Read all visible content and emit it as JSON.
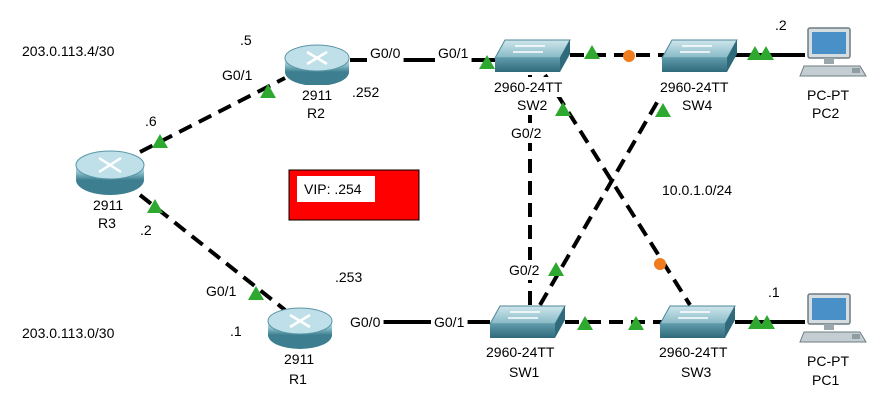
{
  "networks": {
    "r2_r3": "203.0.113.4/30",
    "r1_r3": "203.0.113.0/30",
    "lan": "10.0.1.0/24"
  },
  "vip": {
    "label": "VIP: .254",
    "box_color": "#ff0000"
  },
  "devices": {
    "R1": {
      "model": "2911",
      "name": "R1"
    },
    "R2": {
      "model": "2911",
      "name": "R2"
    },
    "R3": {
      "model": "2911",
      "name": "R3"
    },
    "SW1": {
      "model": "2960-24TT",
      "name": "SW1"
    },
    "SW2": {
      "model": "2960-24TT",
      "name": "SW2"
    },
    "SW3": {
      "model": "2960-24TT",
      "name": "SW3"
    },
    "SW4": {
      "model": "2960-24TT",
      "name": "SW4"
    },
    "PC1": {
      "model": "PC-PT",
      "name": "PC1"
    },
    "PC2": {
      "model": "PC-PT",
      "name": "PC2"
    }
  },
  "interfaces": {
    "r2_g01": "G0/1",
    "r2_g00": "G0/0",
    "sw2_g01": "G0/1",
    "sw2_g02": "G0/2",
    "r1_g01": "G0/1",
    "r1_g00": "G0/0",
    "sw1_g01": "G0/1",
    "sw1_g02": "G0/2"
  },
  "addresses": {
    "r2_5": ".5",
    "r3_6": ".6",
    "r3_2": ".2",
    "r1_1": ".1",
    "r2_252": ".252",
    "r1_253": ".253",
    "pc2_2": ".2",
    "pc1_1": ".1"
  },
  "colors": {
    "link_up": "#2ea82e",
    "link_blocked": "#f07c1e",
    "router": "#6fa7b5",
    "switch": "#7fb6c4"
  }
}
